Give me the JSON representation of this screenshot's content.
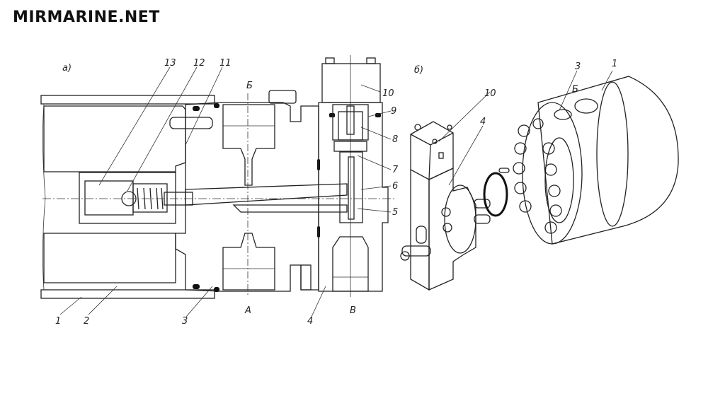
{
  "brand": "MIRMARINE.NET",
  "diagram": {
    "view_a": {
      "title": "а)",
      "callouts": [
        "13",
        "12",
        "11",
        "10",
        "9",
        "8",
        "7",
        "6",
        "5",
        "1",
        "2",
        "3",
        "4"
      ],
      "port_labels": {
        "top": "Б",
        "bottom_a": "А",
        "bottom_b": "В"
      }
    },
    "view_b": {
      "title": "б)",
      "callouts": [
        "10",
        "4",
        "3",
        "1"
      ],
      "port_labels": {
        "top": "Б"
      }
    }
  },
  "colors": {
    "line": "#222222",
    "background": "#ffffff",
    "seal": "#111111"
  }
}
